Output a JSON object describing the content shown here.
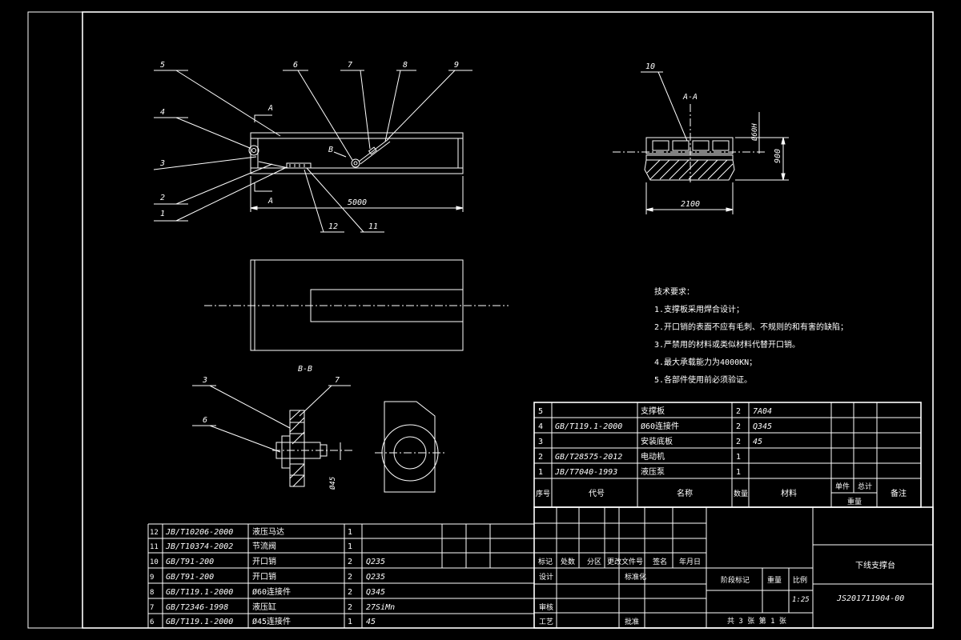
{
  "views": {
    "section_aa_label": "A-A",
    "section_bb_label": "B-B",
    "section_a_marker": "A",
    "view_b_marker": "B",
    "dim_length": "5000",
    "dim_width": "2100",
    "dim_height": "900",
    "dim_pin_dia_a": "Ø60H",
    "dim_pin_dia_b": "Ø45"
  },
  "balloons_front": [
    "5",
    "4",
    "3",
    "2",
    "1",
    "6",
    "7",
    "8",
    "9",
    "12",
    "11"
  ],
  "balloon_side": "10",
  "balloons_detail": [
    "3",
    "7",
    "6"
  ],
  "tech_requirements": {
    "heading": "技术要求：",
    "items": [
      "1.支撑板采用焊合设计；",
      "2.开口销的表面不应有毛刺、不规则的和有害的缺陷；",
      "3.严禁用的材料或类似材料代替开口销。",
      "4.最大承载能力为4000KN；",
      "5.各部件使用前必须验证。"
    ]
  },
  "parts_upper": [
    {
      "no": "5",
      "code": "",
      "name": "支撑板",
      "qty": "2",
      "material": "7A04"
    },
    {
      "no": "4",
      "code": "GB/T119.1-2000",
      "name": "Ø60连接件",
      "qty": "2",
      "material": "Q345"
    },
    {
      "no": "3",
      "code": "",
      "name": "安装底板",
      "qty": "2",
      "material": "45"
    },
    {
      "no": "2",
      "code": "GB/T28575-2012",
      "name": "电动机",
      "qty": "1",
      "material": ""
    },
    {
      "no": "1",
      "code": "JB/T7040-1993",
      "name": "液压泵",
      "qty": "1",
      "material": ""
    }
  ],
  "parts_upper_header": {
    "no": "序号",
    "code": "代号",
    "name": "名称",
    "qty": "数量",
    "material": "材料",
    "unit": "单件",
    "total": "总计",
    "weight": "重量",
    "remark": "备注"
  },
  "parts_lower": [
    {
      "no": "12",
      "code": "JB/T10206-2000",
      "name": "液压马达",
      "qty": "1",
      "material": ""
    },
    {
      "no": "11",
      "code": "JB/T10374-2002",
      "name": "节流阀",
      "qty": "1",
      "material": ""
    },
    {
      "no": "10",
      "code": "GB/T91-200",
      "name": "开口销",
      "qty": "2",
      "material": "Q235"
    },
    {
      "no": "9",
      "code": "GB/T91-200",
      "name": "开口销",
      "qty": "2",
      "material": "Q235"
    },
    {
      "no": "8",
      "code": "GB/T119.1-2000",
      "name": "Ø60连接件",
      "qty": "2",
      "material": "Q345"
    },
    {
      "no": "7",
      "code": "GB/T2346-1998",
      "name": "液压缸",
      "qty": "2",
      "material": "27SiMn"
    },
    {
      "no": "6",
      "code": "GB/T119.1-2000",
      "name": "Ø45连接件",
      "qty": "1",
      "material": "45"
    }
  ],
  "title_block": {
    "revision_headers": [
      "标记",
      "处数",
      "分区",
      "更改文件号",
      "签名",
      "年月日"
    ],
    "design": "设计",
    "standardize": "标准化",
    "review": "审核",
    "process": "工艺",
    "approve": "批准",
    "stage_mark": "阶段标记",
    "weight": "重量",
    "scale_label": "比例",
    "scale": "1:25",
    "sheets": "共 3 张   第 1 张",
    "title": "下线支撑台",
    "drawing_no": "JS201711904-00"
  }
}
